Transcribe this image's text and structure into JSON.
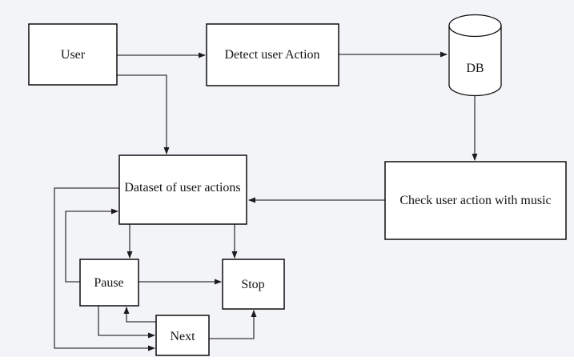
{
  "diagram": {
    "type": "flowchart",
    "background_color": "#f3f4f8",
    "bottom_strip_color": "#ffffff",
    "box_fill": "#ffffff",
    "box_border_color": "#0d0d0d",
    "connector_color": "#383838",
    "nodes": {
      "user": {
        "label": "User",
        "shape": "rectangle"
      },
      "detect": {
        "label": "Detect user Action",
        "shape": "rectangle"
      },
      "db": {
        "label": "DB",
        "shape": "cylinder"
      },
      "dataset": {
        "label": "Dataset of user actions",
        "shape": "rectangle"
      },
      "check": {
        "label": "Check user action with music",
        "shape": "rectangle"
      },
      "pause": {
        "label": "Pause",
        "shape": "rectangle"
      },
      "stop": {
        "label": "Stop",
        "shape": "rectangle"
      },
      "next": {
        "label": "Next",
        "shape": "rectangle"
      }
    },
    "edges": [
      {
        "from": "user",
        "to": "detect"
      },
      {
        "from": "user",
        "to": "dataset"
      },
      {
        "from": "detect",
        "to": "db"
      },
      {
        "from": "db",
        "to": "check"
      },
      {
        "from": "check",
        "to": "dataset"
      },
      {
        "from": "dataset",
        "to": "pause"
      },
      {
        "from": "dataset",
        "to": "stop"
      },
      {
        "from": "dataset",
        "to": "next"
      },
      {
        "from": "pause",
        "to": "dataset"
      },
      {
        "from": "pause",
        "to": "stop"
      },
      {
        "from": "pause",
        "to": "next"
      },
      {
        "from": "next",
        "to": "pause"
      },
      {
        "from": "next",
        "to": "stop"
      }
    ]
  }
}
